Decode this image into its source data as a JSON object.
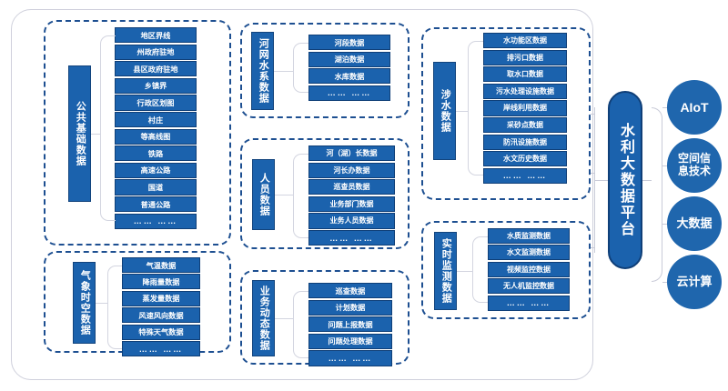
{
  "diagram": {
    "title_platform": "水利大数据平台",
    "groups": [
      {
        "id": "public-base",
        "label": "公共基础数据",
        "items": [
          "地区界线",
          "州政府驻地",
          "县区政府驻地",
          "乡镇界",
          "行政区划图",
          "村庄",
          "等高线图",
          "铁路",
          "高速公路",
          "国道",
          "普通公路",
          "…… ……"
        ]
      },
      {
        "id": "river-net",
        "label": "河网水系数据",
        "items": [
          "河段数据",
          "湖泊数据",
          "水库数据",
          "…… ……"
        ]
      },
      {
        "id": "water-related",
        "label": "涉水数据",
        "items": [
          "水功能区数据",
          "排污口数据",
          "取水口数据",
          "污水处理设施数据",
          "岸线利用数据",
          "采砂点数据",
          "防汛设施数据",
          "水文历史数据",
          "…… ……"
        ]
      },
      {
        "id": "personnel",
        "label": "人员数据",
        "items": [
          "河（湖）长数据",
          "河长办数据",
          "巡查员数据",
          "业务部门数据",
          "业务人员数据",
          "…… ……"
        ]
      },
      {
        "id": "meteo",
        "label": "气象时空数据",
        "items": [
          "气温数据",
          "降雨量数据",
          "蒸发量数据",
          "风速风向数据",
          "特殊天气数据",
          "…… ……"
        ]
      },
      {
        "id": "business",
        "label": "业务动态数据",
        "items": [
          "巡查数据",
          "计划数据",
          "问题上报数据",
          "问题处理数据",
          "…… ……"
        ]
      },
      {
        "id": "realtime",
        "label": "实时监测数据",
        "items": [
          "水质监测数据",
          "水文监测数据",
          "视频监控数据",
          "无人机监控数据",
          "…… ……"
        ]
      }
    ],
    "tech_circles": [
      "AIoT",
      "空间信息技术",
      "大数据",
      "云计算"
    ],
    "colors": {
      "chip_fill": "#1b62ad",
      "chip_border": "#0f3f78",
      "group_dash": "#1d4f91",
      "card_border": "#cfd0dc",
      "connector": "#d3d5e0",
      "circle_fill": "#1f66ad"
    }
  }
}
